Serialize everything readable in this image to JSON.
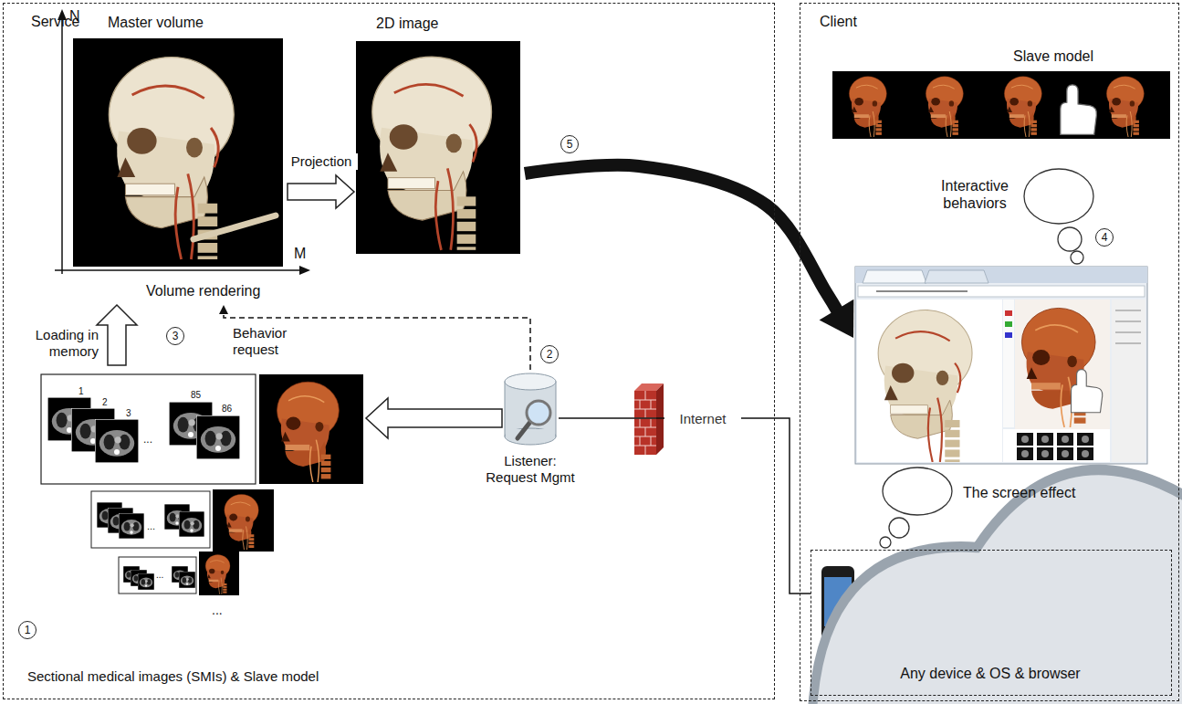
{
  "diagram": {
    "nodes": [
      {
        "text": [
          "Service"
        ]
      },
      {
        "text": [
          "Master volume",
          "Volume rendering"
        ],
        "in": 0
      },
      {
        "text": [
          "2D image"
        ],
        "in": 0
      },
      {
        "text": [
          "Sectional medical images (SMIs) & Slave model"
        ],
        "in": 0
      },
      {
        "text": [
          "Listener: Request Mgmt"
        ],
        "in": 0
      },
      {
        "text": [
          "Internet"
        ],
        "in": 0
      },
      {
        "text": [
          "Client"
        ]
      },
      {
        "text": [
          "Slave model"
        ],
        "in": 6
      },
      {
        "text": [
          "The screen effect"
        ],
        "in": 6
      },
      {
        "text": [
          "Any device & OS & browser"
        ],
        "in": 6
      }
    ],
    "edges": [
      {
        "from": 3,
        "to": 1,
        "label": "Loading in memory",
        "arrow": "to"
      },
      {
        "from": 4,
        "to": 1,
        "label": "Behavior request",
        "arrow": "to"
      },
      {
        "from": 4,
        "to": 3,
        "arrow": "to"
      },
      {
        "from": 1,
        "to": 2,
        "label": "Projection",
        "arrow": "to"
      },
      {
        "from": 2,
        "to": 8,
        "arrow": "to"
      },
      {
        "from": 4,
        "to": 5,
        "arrow": "none"
      },
      {
        "from": 5,
        "to": 9,
        "arrow": "none"
      }
    ],
    "labels": [
      "N",
      "M",
      "1",
      "2",
      "3",
      "4",
      "5",
      "Interactive behaviors",
      "1",
      "2",
      "3",
      "85",
      "86",
      "...",
      "...",
      "...",
      "..."
    ]
  }
}
